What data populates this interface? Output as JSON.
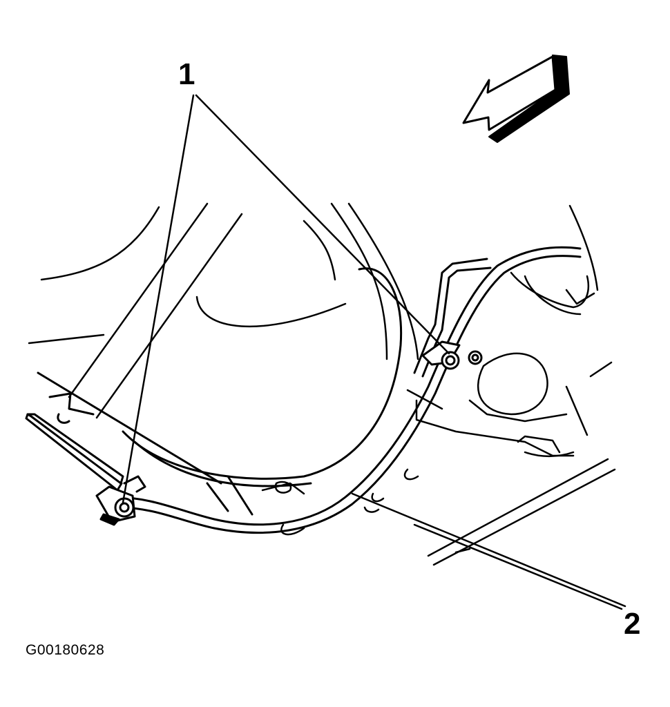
{
  "callouts": {
    "one": "1",
    "two": "2"
  },
  "figure_id": "G00180628",
  "colors": {
    "ink": "#000000",
    "paper": "#ffffff"
  }
}
